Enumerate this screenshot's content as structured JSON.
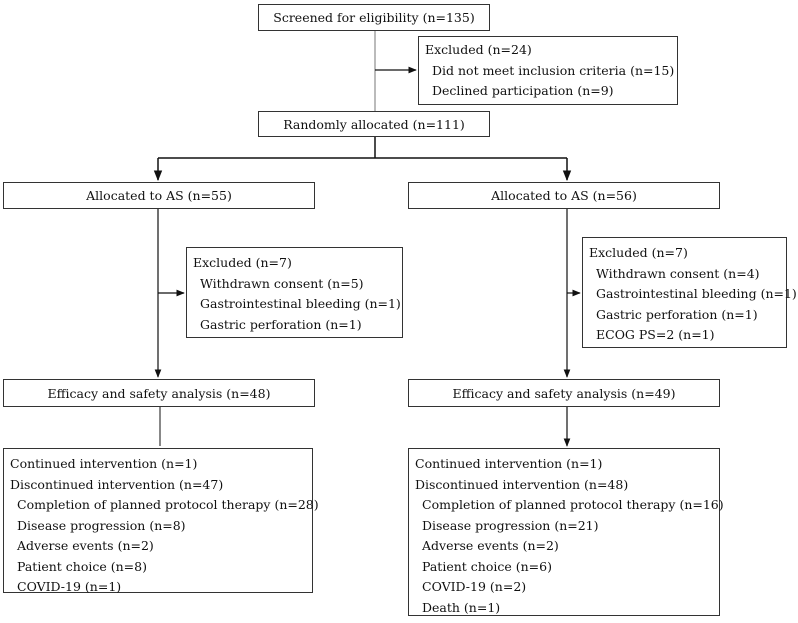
{
  "screening": {
    "label": "Screened for eligibility (n=135)"
  },
  "excluded_screening": {
    "title": "Excluded (n=24)",
    "items": [
      "Did not meet inclusion criteria (n=15)",
      "Declined participation (n=9)"
    ]
  },
  "randomized": {
    "label": "Randomly allocated (n=111)"
  },
  "left_arm": {
    "allocated": "Allocated to AS (n=55)",
    "excluded": {
      "title": "Excluded (n=7)",
      "items": [
        "Withdrawn consent (n=5)",
        "Gastrointestinal bleeding (n=1)",
        "Gastric perforation  (n=1)"
      ]
    },
    "analysis": "Efficacy and safety analysis (n=48)",
    "outcome": {
      "continued": "Continued intervention (n=1)",
      "discontinued": "Discontinued intervention (n=47)",
      "items": [
        "Completion of planned protocol therapy (n=28)",
        "Disease progression (n=8)",
        "Adverse events (n=2)",
        "Patient choice (n=8)",
        "COVID-19 (n=1)"
      ]
    }
  },
  "right_arm": {
    "allocated": "Allocated to AS (n=56)",
    "excluded": {
      "title": "Excluded (n=7)",
      "items": [
        "Withdrawn consent (n=4)",
        "Gastrointestinal bleeding (n=1)",
        "Gastric perforation (n=1)",
        "ECOG PS=2 (n=1)"
      ]
    },
    "analysis": "Efficacy and safety analysis (n=49)",
    "outcome": {
      "continued": "Continued intervention (n=1)",
      "discontinued": "Discontinued intervention (n=48)",
      "items": [
        "Completion of planned protocol therapy (n=16)",
        "Disease progression (n=21)",
        "Adverse events (n=2)",
        "Patient choice (n=6)",
        "COVID-19 (n=2)",
        "Death (n=1)"
      ]
    }
  }
}
